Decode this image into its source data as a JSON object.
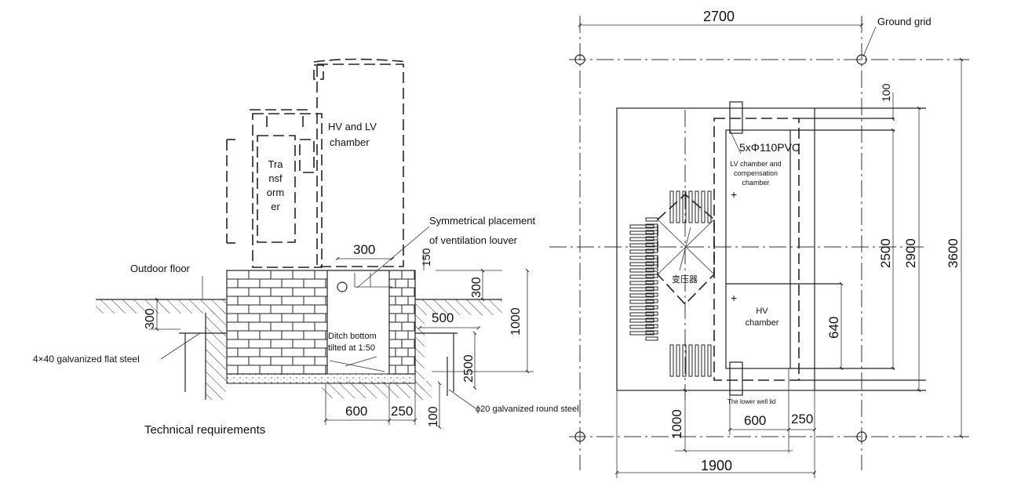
{
  "side_view": {
    "hv_lv_chamber": "HV and LV\nchamber",
    "transformer": "Tra\nnsf\norm\ner",
    "symmetrical_louver": "Symmetrical placement\nof ventilation louver",
    "outdoor_floor": "Outdoor floor",
    "galv_flat_steel": "4×40 galvanized flat steel",
    "ditch_bottom": "Ditch bottom\ntilted at 1:50",
    "round_steel": "ϕ20 galvanized round steel",
    "technical_requirements": "Technical requirements",
    "dims": {
      "d300_top": "300",
      "d150": "150",
      "d300_right": "300",
      "d500": "500",
      "d1000": "1000",
      "d2500": "2500",
      "d300_left": "300",
      "d600": "600",
      "d250": "250",
      "d100": "100"
    }
  },
  "plan_view": {
    "ground_grid": "Ground grid",
    "pvc": "5xΦ110PVC",
    "lv_chamber": "LV chamber and\ncompensation\nchamber",
    "transformer_cn": "变压器",
    "hv_chamber": "HV\nchamber",
    "lower_well_lid": "The lower well lid",
    "dims": {
      "d2700": "2700",
      "d100": "100",
      "d2500": "2500",
      "d2900": "2900",
      "d3600": "3600",
      "d640": "640",
      "d1000": "1000",
      "d600": "600",
      "d250": "250",
      "d1900": "1900"
    }
  }
}
